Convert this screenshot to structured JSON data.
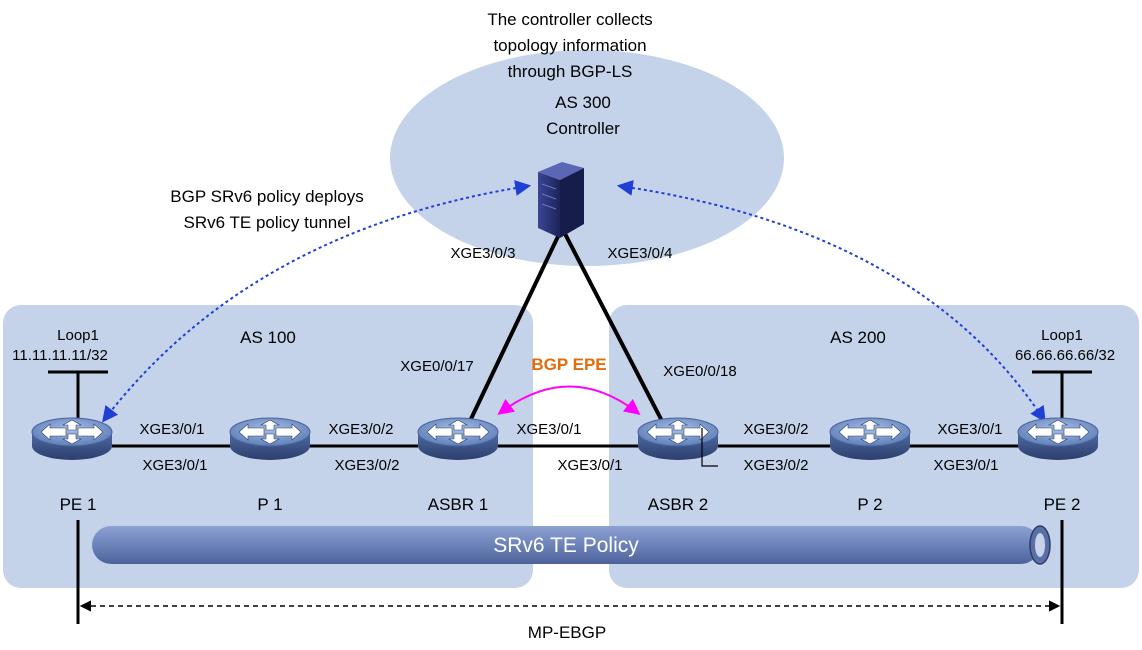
{
  "controller": {
    "caption": [
      "The controller collects",
      "topology information",
      "through BGP-LS"
    ],
    "as_label": "AS 300",
    "name": "Controller",
    "left_port": "XGE3/0/3",
    "right_port": "XGE3/0/4"
  },
  "deploy_note": [
    "BGP SRv6 policy deploys",
    "SRv6 TE policy tunnel"
  ],
  "as_left": {
    "label": "AS 100"
  },
  "as_right": {
    "label": "AS 200"
  },
  "pe1": {
    "name": "PE 1",
    "loop_name": "Loop1",
    "loop_addr": "11.11.11.11/32"
  },
  "pe2": {
    "name": "PE 2",
    "loop_name": "Loop1",
    "loop_addr": "66.66.66.66/32"
  },
  "p1": {
    "name": "P 1"
  },
  "p2": {
    "name": "P 2"
  },
  "asbr1": {
    "name": "ASBR 1",
    "uplink_port": "XGE0/0/17"
  },
  "asbr2": {
    "name": "ASBR 2",
    "uplink_port": "XGE0/0/18"
  },
  "links": {
    "pe1_p1": [
      "XGE3/0/1",
      "XGE3/0/1"
    ],
    "p1_asbr1": [
      "XGE3/0/2",
      "XGE3/0/2"
    ],
    "asbr1_asbr2": [
      "XGE3/0/1",
      "XGE3/0/1"
    ],
    "asbr2_p2": [
      "XGE3/0/2",
      "XGE3/0/2"
    ],
    "p2_pe2": [
      "XGE3/0/1",
      "XGE3/0/1"
    ]
  },
  "bgp_epe": "BGP EPE",
  "tunnel": {
    "label": "SRv6 TE Policy"
  },
  "session": {
    "label": "MP-EBGP"
  },
  "colors": {
    "domain_fill": "#c5d3ea",
    "tunnel_fill": "#6f86bd",
    "bgp_epe_arrow": "#ff00ff",
    "bgp_epe_text": "#e46c0a",
    "deploy_arrow": "#1f3fd6",
    "router": "#6c8bc3",
    "server": "#27306e"
  }
}
